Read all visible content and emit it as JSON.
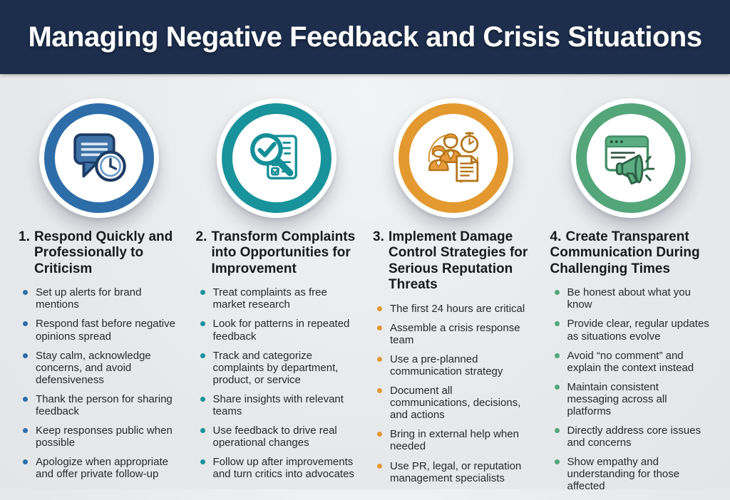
{
  "header": {
    "title": "Managing Negative Feedback and Crisis Situations"
  },
  "colors": {
    "header_bg": "#1c2e4b",
    "page_bg": "#e8eaec"
  },
  "columns": [
    {
      "number": "1.",
      "title": "Respond Quickly and Professionally to Criticism",
      "icon": "chat-bubble-clock-icon",
      "accent": "#2d6ea9",
      "bullets": [
        "Set up alerts for brand mentions",
        "Respond fast before negative opinions spread",
        "Stay calm, acknowledge concerns, and avoid defensiveness",
        "Thank the person for sharing feedback",
        "Keep responses public when possible",
        "Apologize when appropriate and offer private follow-up"
      ]
    },
    {
      "number": "2.",
      "title": "Transform Complaints into Opportunities for Improvement",
      "icon": "magnifier-checklist-icon",
      "accent": "#18939c",
      "bullets": [
        "Treat complaints as free market research",
        "Look for patterns in repeated feedback",
        "Track and categorize complaints by department, product, or service",
        "Share insights with relevant teams",
        "Use feedback to drive real operational changes",
        "Follow up after improvements and turn critics into advocates"
      ]
    },
    {
      "number": "3.",
      "title": "Implement Damage Control Strategies for Serious Reputation Threats",
      "icon": "crisis-team-stopwatch-icon",
      "accent": "#e3992f",
      "bullets": [
        "The first 24 hours are critical",
        "Assemble a crisis response team",
        "Use a pre-planned communication strategy",
        "Document all communications, decisions, and actions",
        "Bring in external help when needed",
        "Use PR, legal, or reputation management specialists"
      ]
    },
    {
      "number": "4.",
      "title": "Create Transparent Communication During Challenging Times",
      "icon": "browser-megaphone-icon",
      "accent": "#52a67a",
      "bullets": [
        "Be honest about what you know",
        "Provide clear, regular updates as situations evolve",
        "Avoid “no comment” and explain the context instead",
        "Maintain consistent messaging across all platforms",
        "Directly address core issues and concerns",
        "Show empathy and understanding for those affected"
      ]
    }
  ]
}
